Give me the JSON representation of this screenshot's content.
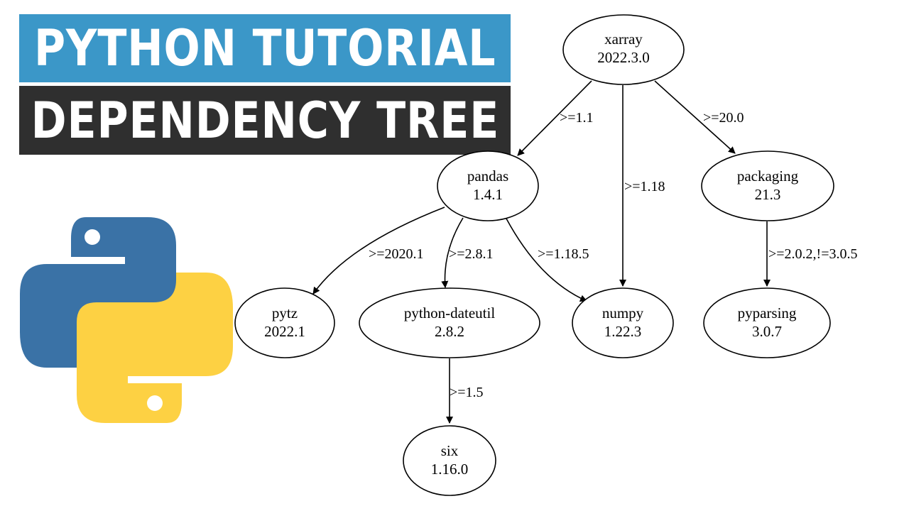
{
  "banner": {
    "line1": "PYTHON TUTORIAL",
    "line2": "DEPENDENCY TREE"
  },
  "logo": {
    "name": "python-logo-icon",
    "colors": {
      "blue": "#3a72a6",
      "yellow": "#fdd143"
    }
  },
  "graph": {
    "nodes": [
      {
        "id": "xarray",
        "name": "xarray",
        "version": "2022.3.0"
      },
      {
        "id": "pandas",
        "name": "pandas",
        "version": "1.4.1"
      },
      {
        "id": "packaging",
        "name": "packaging",
        "version": "21.3"
      },
      {
        "id": "pytz",
        "name": "pytz",
        "version": "2022.1"
      },
      {
        "id": "python-dateutil",
        "name": "python-dateutil",
        "version": "2.8.2"
      },
      {
        "id": "numpy",
        "name": "numpy",
        "version": "1.22.3"
      },
      {
        "id": "pyparsing",
        "name": "pyparsing",
        "version": "3.0.7"
      },
      {
        "id": "six",
        "name": "six",
        "version": "1.16.0"
      }
    ],
    "edges": [
      {
        "from": "xarray",
        "to": "pandas",
        "label": ">=1.1"
      },
      {
        "from": "xarray",
        "to": "numpy",
        "label": ">=1.18"
      },
      {
        "from": "xarray",
        "to": "packaging",
        "label": ">=20.0"
      },
      {
        "from": "pandas",
        "to": "pytz",
        "label": ">=2020.1"
      },
      {
        "from": "pandas",
        "to": "python-dateutil",
        "label": ">=2.8.1"
      },
      {
        "from": "pandas",
        "to": "numpy",
        "label": ">=1.18.5"
      },
      {
        "from": "packaging",
        "to": "pyparsing",
        "label": ">=2.0.2,!=3.0.5"
      },
      {
        "from": "python-dateutil",
        "to": "six",
        "label": ">=1.5"
      }
    ]
  }
}
